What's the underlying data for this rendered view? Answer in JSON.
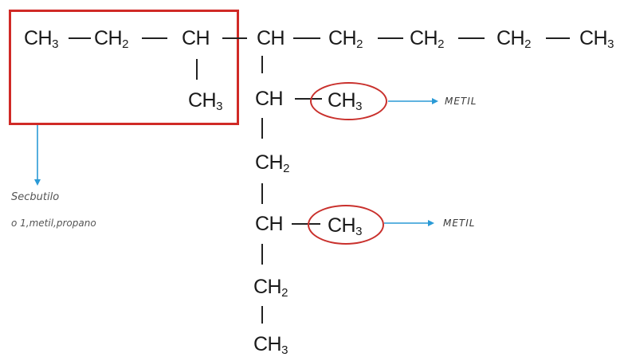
{
  "chain": {
    "c1": {
      "base": "CH",
      "sub": "3"
    },
    "c2": {
      "base": "CH",
      "sub": "2"
    },
    "c3": {
      "base": "CH",
      "sub": ""
    },
    "c3_branch": {
      "base": "CH",
      "sub": "3"
    },
    "c4": {
      "base": "CH",
      "sub": ""
    },
    "c5": {
      "base": "CH",
      "sub": "2"
    },
    "c6": {
      "base": "CH",
      "sub": "2"
    },
    "c7": {
      "base": "CH",
      "sub": "2"
    },
    "c8": {
      "base": "CH",
      "sub": "3"
    },
    "v1": {
      "base": "CH",
      "sub": ""
    },
    "v1_methyl": {
      "base": "CH",
      "sub": "3"
    },
    "v2": {
      "base": "CH",
      "sub": "2"
    },
    "v3": {
      "base": "CH",
      "sub": ""
    },
    "v3_methyl": {
      "base": "CH",
      "sub": "3"
    },
    "v4": {
      "base": "CH",
      "sub": "2"
    },
    "v5": {
      "base": "CH",
      "sub": "3"
    }
  },
  "annotations": {
    "secbutilo_line1": "Secbutilo",
    "secbutilo_line2": "o 1,metil,propano",
    "methyl_label_1": "METIL",
    "methyl_label_2": "METIL"
  },
  "colors": {
    "highlight_red": "#d02a26",
    "arrow_blue": "#2a9ad6"
  }
}
